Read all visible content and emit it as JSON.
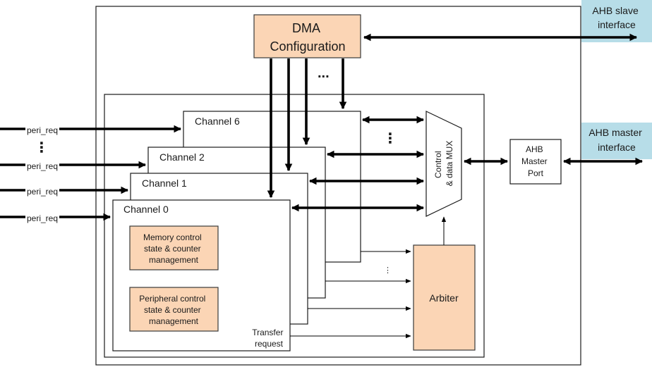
{
  "dma_config": {
    "line1": "DMA",
    "line2": "Configuration"
  },
  "ahb_slave": {
    "line1": "AHB slave",
    "line2": "interface"
  },
  "ahb_master": {
    "line1": "AHB master",
    "line2": "interface"
  },
  "master_port": {
    "line1": "AHB",
    "line2": "Master",
    "line3": "Port"
  },
  "mux": {
    "line1": "Control",
    "line2": "& data MUX"
  },
  "channels": [
    "Channel 6",
    "Channel 2",
    "Channel 1",
    "Channel 0"
  ],
  "peri_req": [
    "peri_req",
    "peri_req",
    "peri_req",
    "peri_req"
  ],
  "memory_ctrl": {
    "line1": "Memory control",
    "line2": "state & counter",
    "line3": "management"
  },
  "peripheral_ctrl": {
    "line1": "Peripheral control",
    "line2": "state & counter",
    "line3": "management"
  },
  "arbiter": "Arbiter",
  "transfer_request": {
    "line1": "Transfer",
    "line2": "request"
  },
  "ellipsis": {
    "h": "...",
    "v": "⋮"
  },
  "colors": {
    "orange_fill": "#fbd5b5",
    "blue_fill": "#b7dde8",
    "line": "#000000"
  }
}
